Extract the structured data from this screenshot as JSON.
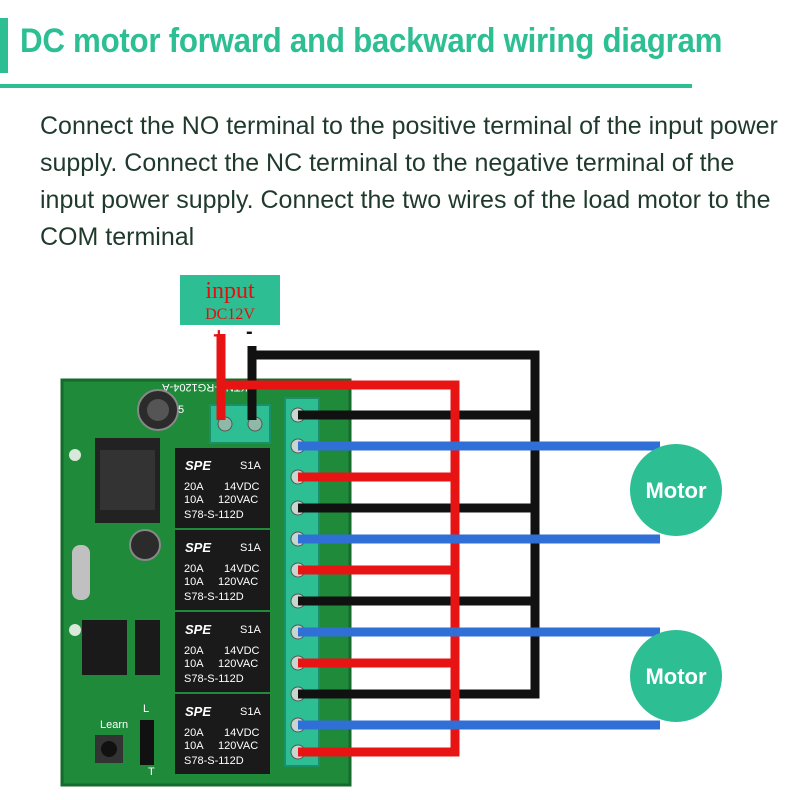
{
  "title": "DC motor forward and backward wiring diagram",
  "description": "Connect the NO terminal to the positive terminal of the input power supply. Connect the NC terminal to the negative terminal of the input power supply. Connect the two wires of the load motor to the COM terminal",
  "input": {
    "label": "input",
    "voltage": "DC12V",
    "plus": "+",
    "minus": "-"
  },
  "board": {
    "model": "KTNN-RG1204-A",
    "learn_label": "Learn",
    "side_label": "L",
    "capacitor_label": "5",
    "bottom_label": "T"
  },
  "relays": [
    {
      "brand": "SPE",
      "code": "S1A",
      "rating1": "20A",
      "rating2": "14VDC",
      "rating3": "10A",
      "rating4": "120VAC",
      "model": "S78-S-112D"
    },
    {
      "brand": "SPE",
      "code": "S1A",
      "rating1": "20A",
      "rating2": "14VDC",
      "rating3": "10A",
      "rating4": "120VAC",
      "model": "S78-S-112D"
    },
    {
      "brand": "SPE",
      "code": "S1A",
      "rating1": "20A",
      "rating2": "14VDC",
      "rating3": "10A",
      "rating4": "120VAC",
      "model": "S78-S-112D"
    },
    {
      "brand": "SPE",
      "code": "S1A",
      "rating1": "20A",
      "rating2": "14VDC",
      "rating3": "10A",
      "rating4": "120VAC",
      "model": "S78-S-112D"
    }
  ],
  "motors": [
    {
      "label": "Motor"
    },
    {
      "label": "Motor"
    }
  ],
  "colors": {
    "accent": "#2dbf93",
    "pcb": "#1e8a3a",
    "positive_wire": "#e81414",
    "negative_wire": "#111111",
    "motor_wire": "#2f6fd6",
    "relay": "#1a1a1a"
  }
}
